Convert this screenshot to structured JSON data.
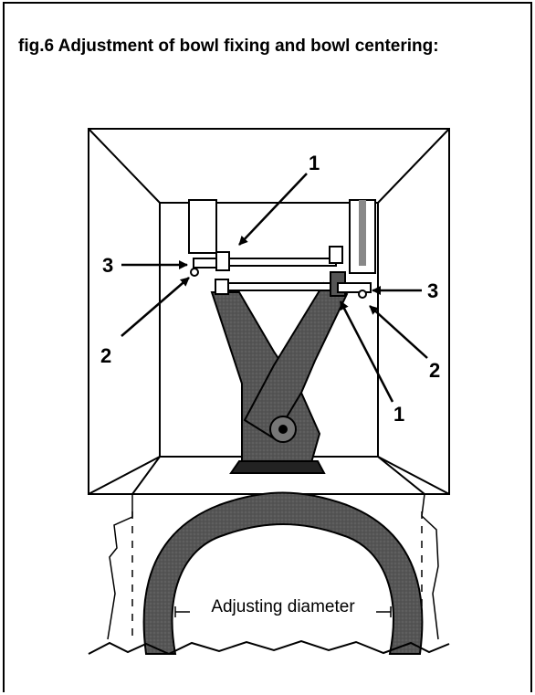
{
  "figure": {
    "caption": "fig.6   Adjustment of bowl fixing and bowl centering:",
    "callouts": {
      "top_1": "1",
      "left_3": "3",
      "left_2": "2",
      "right_3": "3",
      "right_2": "2",
      "bottom_1": "1"
    },
    "dimension_label": "Adjusting diameter"
  }
}
